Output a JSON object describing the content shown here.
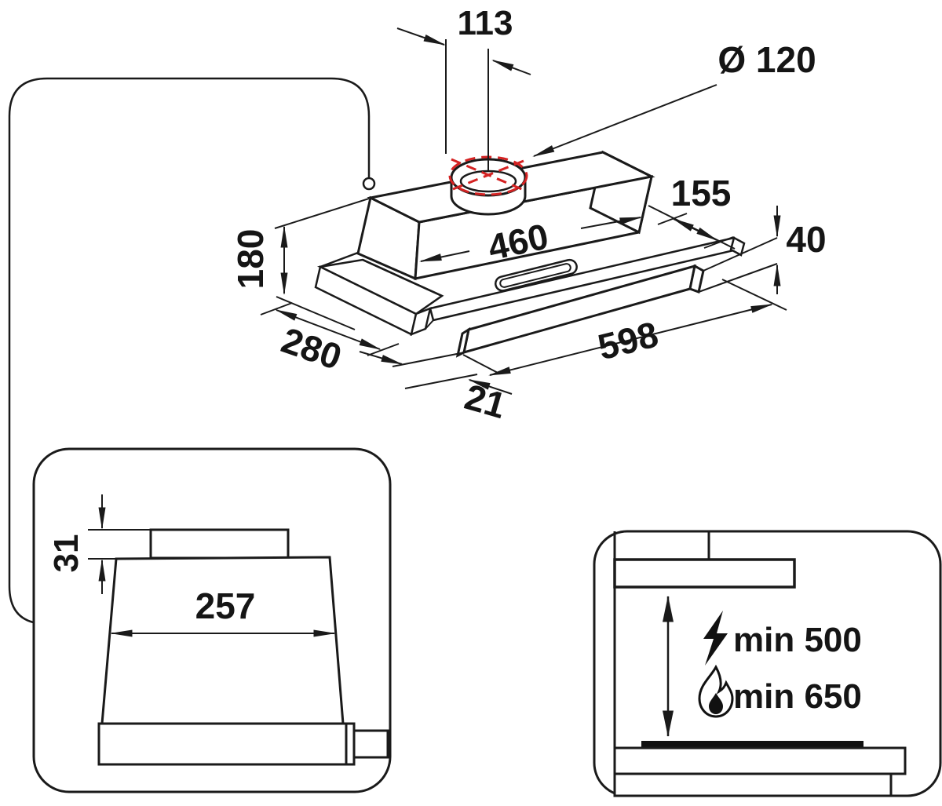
{
  "perspective_view": {
    "labels": {
      "duct_offset": "113",
      "duct_diameter": "Ø 120",
      "body_width": "460",
      "side_extension": "155",
      "visor_thickness": "40",
      "body_height": "180",
      "body_depth": "280",
      "visor_width": "598",
      "visor_gap": "21"
    }
  },
  "front_view": {
    "labels": {
      "collar_height": "31",
      "body_inner_width": "257"
    }
  },
  "clearance_view": {
    "labels": {
      "electric_min": "min 500",
      "gas_min": "min 650"
    },
    "icons": {
      "electric": "lightning-icon",
      "gas": "flame-icon"
    }
  },
  "colors": {
    "line": "#1a1a1a",
    "centerline_red": "#d42222",
    "background": "#ffffff"
  }
}
